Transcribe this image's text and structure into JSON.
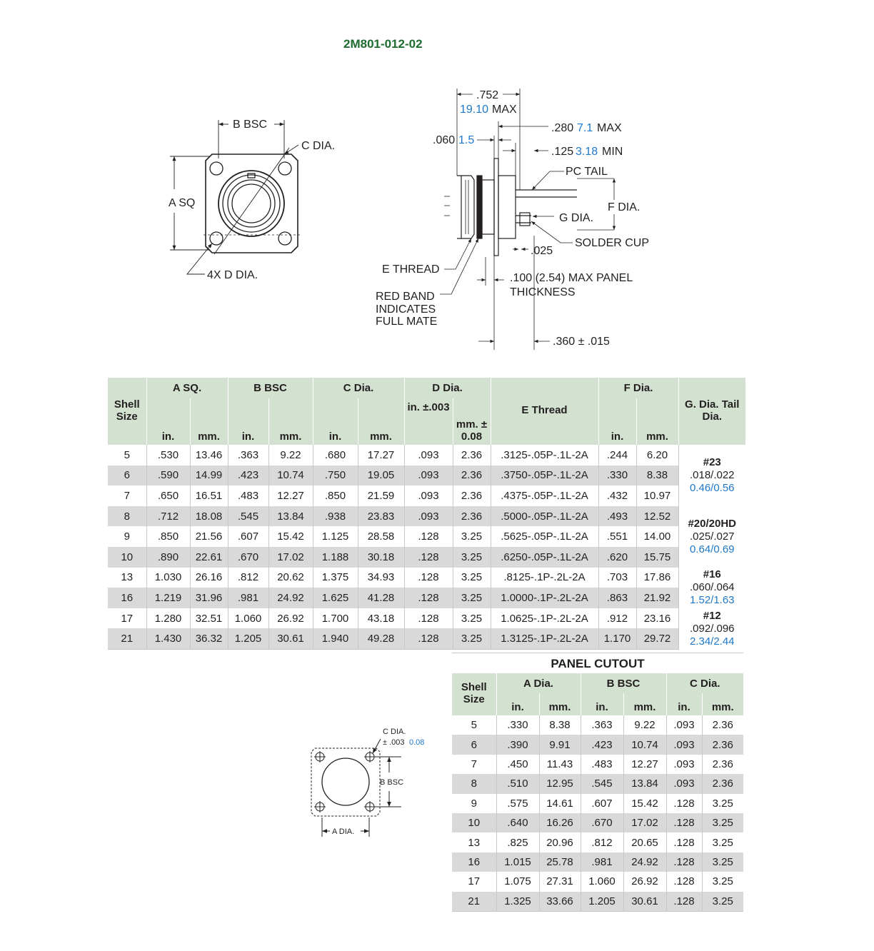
{
  "part_number": "2M801-012-02",
  "drawing": {
    "front": {
      "b_bsc": "B BSC",
      "c_dia": "C DIA.",
      "a_sq": "A SQ",
      "d_dia": "4X D DIA."
    },
    "side": {
      "dim_752_in": ".752",
      "dim_752_mm": "19.10",
      "dim_752_max": "MAX",
      "dim_280_in": ".280",
      "dim_280_mm": "7.1",
      "dim_280_max": "MAX",
      "dim_060_in": ".060",
      "dim_060_mm": "1.5",
      "dim_125_in": ".125",
      "dim_125_mm": "3.18",
      "dim_125_min": "MIN",
      "pc_tail": "PC TAIL",
      "f_dia": "F DIA.",
      "g_dia": "G DIA.",
      "solder_cup": "SOLDER CUP",
      "dim_025": ".025",
      "e_thread": "E THREAD",
      "panel_line1": ".100 (2.54) MAX PANEL",
      "panel_line2": "THICKNESS",
      "red_band_1": "RED BAND",
      "red_band_2": "INDICATES",
      "red_band_3": "FULL MATE",
      "dim_360": ".360 ± .015"
    },
    "cutout": {
      "c_dia": "C DIA.",
      "c_tol_in": "± .003",
      "c_tol_mm": "0.08",
      "b_bsc": "B BSC",
      "a_dia": "A DIA."
    }
  },
  "main_table": {
    "headers": {
      "shell_size": "Shell Size",
      "a_sq": "A SQ.",
      "b_bsc": "B BSC",
      "c_dia": "C Dia.",
      "d_dia": "D Dia.",
      "e_thread": "E Thread",
      "f_dia": "F Dia.",
      "g_dia": "G. Dia. Tail Dia.",
      "in": "in.",
      "mm": "mm.",
      "d_in": "in. ±.003",
      "d_mm": "mm. ± 0.08"
    },
    "rows": [
      {
        "shell": "5",
        "a_in": ".530",
        "a_mm": "13.46",
        "b_in": ".363",
        "b_mm": "9.22",
        "c_in": ".680",
        "c_mm": "17.27",
        "d_in": ".093",
        "d_mm": "2.36",
        "e": ".3125-.05P-.1L-2A",
        "f_in": ".244",
        "f_mm": "6.20"
      },
      {
        "shell": "6",
        "a_in": ".590",
        "a_mm": "14.99",
        "b_in": ".423",
        "b_mm": "10.74",
        "c_in": ".750",
        "c_mm": "19.05",
        "d_in": ".093",
        "d_mm": "2.36",
        "e": ".3750-.05P-.1L-2A",
        "f_in": ".330",
        "f_mm": "8.38"
      },
      {
        "shell": "7",
        "a_in": ".650",
        "a_mm": "16.51",
        "b_in": ".483",
        "b_mm": "12.27",
        "c_in": ".850",
        "c_mm": "21.59",
        "d_in": ".093",
        "d_mm": "2.36",
        "e": ".4375-.05P-.1L-2A",
        "f_in": ".432",
        "f_mm": "10.97"
      },
      {
        "shell": "8",
        "a_in": ".712",
        "a_mm": "18.08",
        "b_in": ".545",
        "b_mm": "13.84",
        "c_in": ".938",
        "c_mm": "23.83",
        "d_in": ".093",
        "d_mm": "2.36",
        "e": ".5000-.05P-.1L-2A",
        "f_in": ".493",
        "f_mm": "12.52"
      },
      {
        "shell": "9",
        "a_in": ".850",
        "a_mm": "21.56",
        "b_in": ".607",
        "b_mm": "15.42",
        "c_in": "1.125",
        "c_mm": "28.58",
        "d_in": ".128",
        "d_mm": "3.25",
        "e": ".5625-.05P-.1L-2A",
        "f_in": ".551",
        "f_mm": "14.00"
      },
      {
        "shell": "10",
        "a_in": ".890",
        "a_mm": "22.61",
        "b_in": ".670",
        "b_mm": "17.02",
        "c_in": "1.188",
        "c_mm": "30.18",
        "d_in": ".128",
        "d_mm": "3.25",
        "e": ".6250-.05P-.1L-2A",
        "f_in": ".620",
        "f_mm": "15.75"
      },
      {
        "shell": "13",
        "a_in": "1.030",
        "a_mm": "26.16",
        "b_in": ".812",
        "b_mm": "20.62",
        "c_in": "1.375",
        "c_mm": "34.93",
        "d_in": ".128",
        "d_mm": "3.25",
        "e": ".8125-.1P-.2L-2A",
        "f_in": ".703",
        "f_mm": "17.86"
      },
      {
        "shell": "16",
        "a_in": "1.219",
        "a_mm": "31.96",
        "b_in": ".981",
        "b_mm": "24.92",
        "c_in": "1.625",
        "c_mm": "41.28",
        "d_in": ".128",
        "d_mm": "3.25",
        "e": "1.0000-.1P-.2L-2A",
        "f_in": ".863",
        "f_mm": "21.92"
      },
      {
        "shell": "17",
        "a_in": "1.280",
        "a_mm": "32.51",
        "b_in": "1.060",
        "b_mm": "26.92",
        "c_in": "1.700",
        "c_mm": "43.18",
        "d_in": ".128",
        "d_mm": "3.25",
        "e": "1.0625-.1P-.2L-2A",
        "f_in": ".912",
        "f_mm": "23.16"
      },
      {
        "shell": "21",
        "a_in": "1.430",
        "a_mm": "36.32",
        "b_in": "1.205",
        "b_mm": "30.61",
        "c_in": "1.940",
        "c_mm": "49.28",
        "d_in": ".128",
        "d_mm": "3.25",
        "e": "1.3125-.1P-.2L-2A",
        "f_in": "1.170",
        "f_mm": "29.72"
      }
    ],
    "g_groups": [
      {
        "code": "#23",
        "in": ".018/.022",
        "mm": "0.46/0.56"
      },
      {
        "code": "#20/20HD",
        "in": ".025/.027",
        "mm": "0.64/0.69"
      },
      {
        "code": "#16",
        "in": ".060/.064",
        "mm": "1.52/1.63"
      },
      {
        "code": "#12",
        "in": ".092/.096",
        "mm": "2.34/2.44"
      }
    ]
  },
  "cutout_table": {
    "title": "PANEL CUTOUT",
    "headers": {
      "shell_size": "Shell Size",
      "a_dia": "A Dia.",
      "b_bsc": "B BSC",
      "c_dia": "C Dia.",
      "in": "in.",
      "mm": "mm."
    },
    "rows": [
      {
        "shell": "5",
        "a_in": ".330",
        "a_mm": "8.38",
        "b_in": ".363",
        "b_mm": "9.22",
        "c_in": ".093",
        "c_mm": "2.36"
      },
      {
        "shell": "6",
        "a_in": ".390",
        "a_mm": "9.91",
        "b_in": ".423",
        "b_mm": "10.74",
        "c_in": ".093",
        "c_mm": "2.36"
      },
      {
        "shell": "7",
        "a_in": ".450",
        "a_mm": "11.43",
        "b_in": ".483",
        "b_mm": "12.27",
        "c_in": ".093",
        "c_mm": "2.36"
      },
      {
        "shell": "8",
        "a_in": ".510",
        "a_mm": "12.95",
        "b_in": ".545",
        "b_mm": "13.84",
        "c_in": ".093",
        "c_mm": "2.36"
      },
      {
        "shell": "9",
        "a_in": ".575",
        "a_mm": "14.61",
        "b_in": ".607",
        "b_mm": "15.42",
        "c_in": ".128",
        "c_mm": "3.25"
      },
      {
        "shell": "10",
        "a_in": ".640",
        "a_mm": "16.26",
        "b_in": ".670",
        "b_mm": "17.02",
        "c_in": ".128",
        "c_mm": "3.25"
      },
      {
        "shell": "13",
        "a_in": ".825",
        "a_mm": "20.96",
        "b_in": ".812",
        "b_mm": "20.65",
        "c_in": ".128",
        "c_mm": "3.25"
      },
      {
        "shell": "16",
        "a_in": "1.015",
        "a_mm": "25.78",
        "b_in": ".981",
        "b_mm": "24.92",
        "c_in": ".128",
        "c_mm": "3.25"
      },
      {
        "shell": "17",
        "a_in": "1.075",
        "a_mm": "27.31",
        "b_in": "1.060",
        "b_mm": "26.92",
        "c_in": ".128",
        "c_mm": "3.25"
      },
      {
        "shell": "21",
        "a_in": "1.325",
        "a_mm": "33.66",
        "b_in": "1.205",
        "b_mm": "30.61",
        "c_in": ".128",
        "c_mm": "3.25"
      }
    ]
  }
}
